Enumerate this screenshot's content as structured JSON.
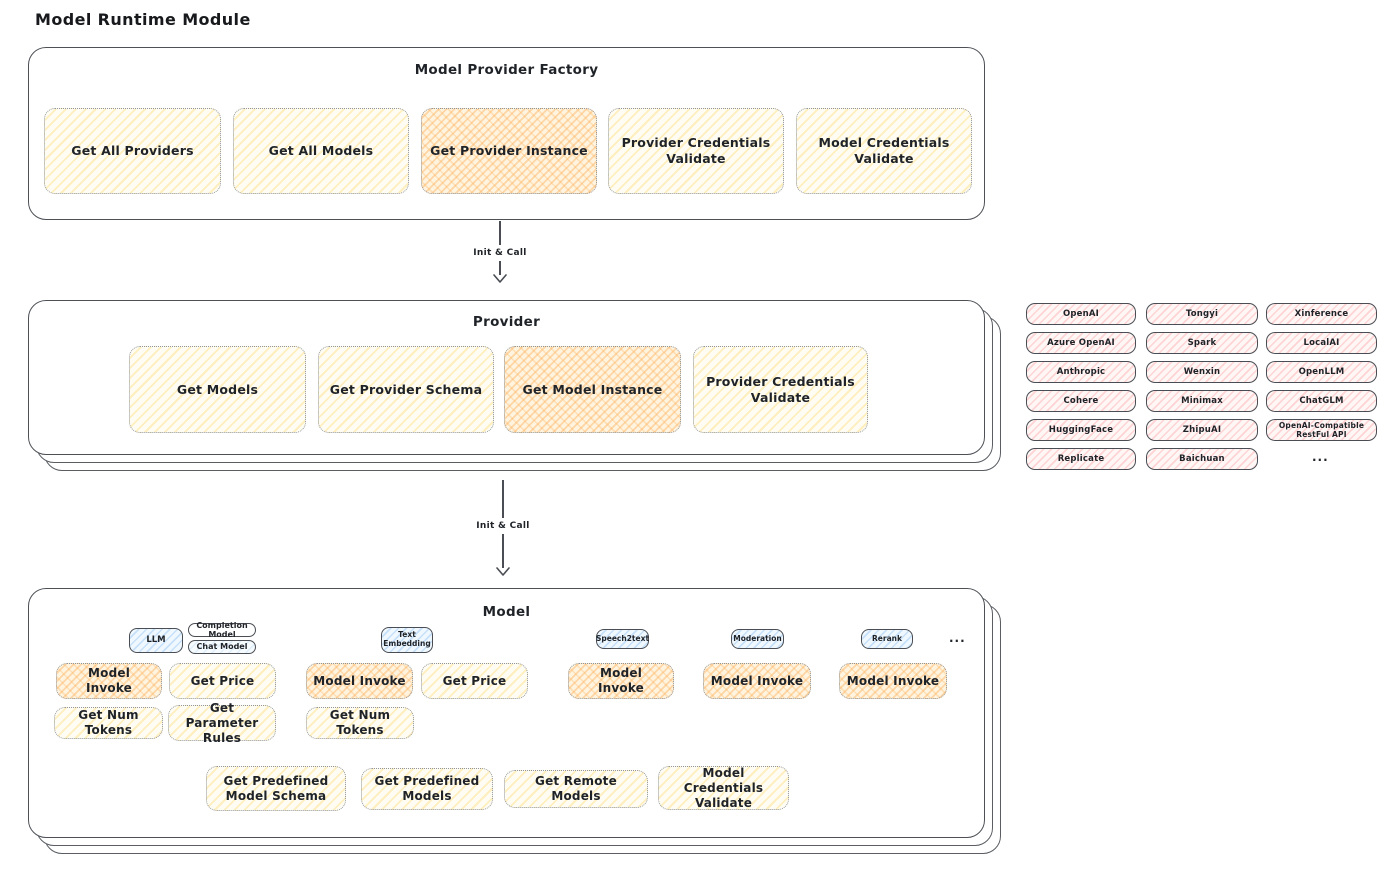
{
  "page": {
    "title": "Model Runtime Module"
  },
  "factory": {
    "title": "Model Provider Factory",
    "items": [
      {
        "label": "Get All Providers",
        "highlighted": false
      },
      {
        "label": "Get All Models",
        "highlighted": false
      },
      {
        "label": "Get Provider Instance",
        "highlighted": true
      },
      {
        "label": "Provider Credentials Validate",
        "highlighted": false
      },
      {
        "label": "Model Credentials Validate",
        "highlighted": false
      }
    ]
  },
  "arrows": {
    "label_top": "Init & Call",
    "label_bottom": "Init & Call"
  },
  "provider": {
    "title": "Provider",
    "items": [
      {
        "label": "Get Models",
        "highlighted": false
      },
      {
        "label": "Get Provider Schema",
        "highlighted": false
      },
      {
        "label": "Get Model Instance",
        "highlighted": true
      },
      {
        "label": "Provider Credentials Validate",
        "highlighted": false
      }
    ]
  },
  "providers_grid": {
    "list": [
      "OpenAI",
      "Tongyi",
      "Xinference",
      "Azure OpenAI",
      "Spark",
      "LocalAI",
      "Anthropic",
      "Wenxin",
      "OpenLLM",
      "Cohere",
      "Minimax",
      "ChatGLM",
      "HuggingFace",
      "ZhipuAI",
      "OpenAI-Compatible RestFul API",
      "Replicate",
      "Baichuan"
    ],
    "more": "..."
  },
  "model": {
    "title": "Model",
    "tags": {
      "llm": "LLM",
      "completion": "Completion Model",
      "chat": "Chat Model",
      "text_embedding": "Text Embedding",
      "speech2text": "Speech2text",
      "moderation": "Moderation",
      "rerank": "Rerank",
      "more": "..."
    },
    "ops": {
      "llm": [
        "Model Invoke",
        "Get Price",
        "Get Num Tokens",
        "Get Parameter Rules"
      ],
      "text_embedding": [
        "Model Invoke",
        "Get Price",
        "Get Num Tokens"
      ],
      "speech2text": [
        "Model Invoke"
      ],
      "moderation": [
        "Model Invoke"
      ],
      "rerank": [
        "Model Invoke"
      ],
      "common": [
        "Get Predefined Model Schema",
        "Get Predefined Models",
        "Get Remote Models",
        "Model Credentials Validate"
      ]
    }
  },
  "colors": {
    "yellow_hatch": "#ffd666",
    "orange_hatch": "#ffa94d",
    "pink_hatch": "#ff9494",
    "blue_hatch": "#79b4f0",
    "stroke": "#4a4e54",
    "text": "#1f2328"
  }
}
